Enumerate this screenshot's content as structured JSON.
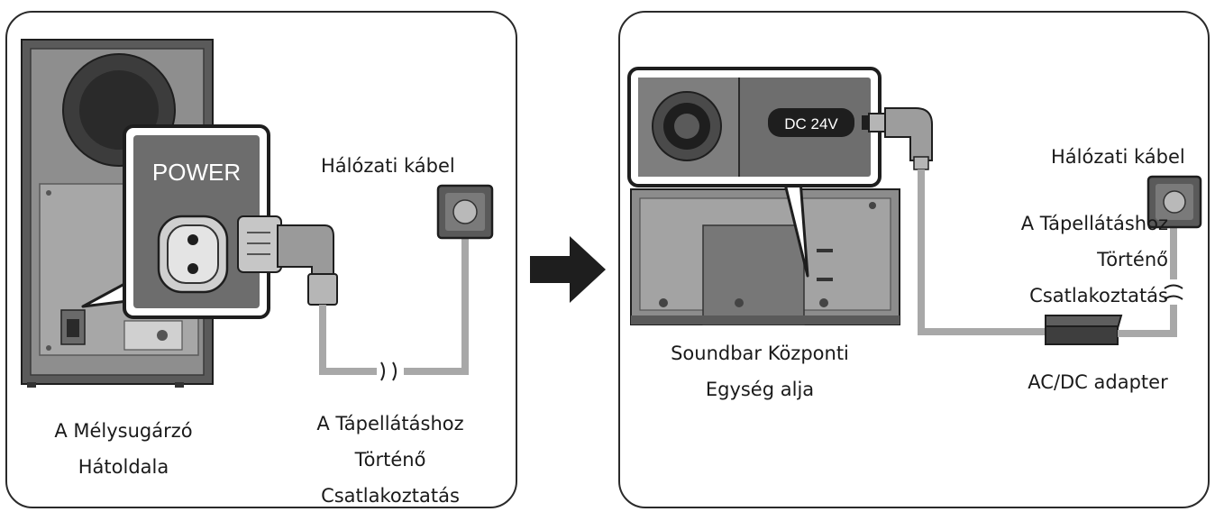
{
  "left_panel": {
    "power_label": "POWER",
    "cable_label": "Hálózati kábel",
    "subwoofer_caption": [
      "A Mélysugárzó",
      "Hátoldala"
    ],
    "connection_caption": [
      "A Tápellátáshoz",
      "Történő",
      "Csatlakoztatás"
    ]
  },
  "right_panel": {
    "dc_label": "DC 24V",
    "cable_label": "Hálózati kábel",
    "connection_caption": [
      "A Tápellátáshoz",
      "Történő",
      "Csatlakoztatás"
    ],
    "adapter_label": "AC/DC adapter",
    "soundbar_caption": [
      "Soundbar Központi",
      "Egység alja"
    ]
  },
  "colors": {
    "device_dark": "#4a4a4a",
    "device_mid": "#8a8a8a",
    "device_light": "#c9c9c9",
    "cable": "#a8a8a8",
    "outline": "#1e1e1e"
  }
}
